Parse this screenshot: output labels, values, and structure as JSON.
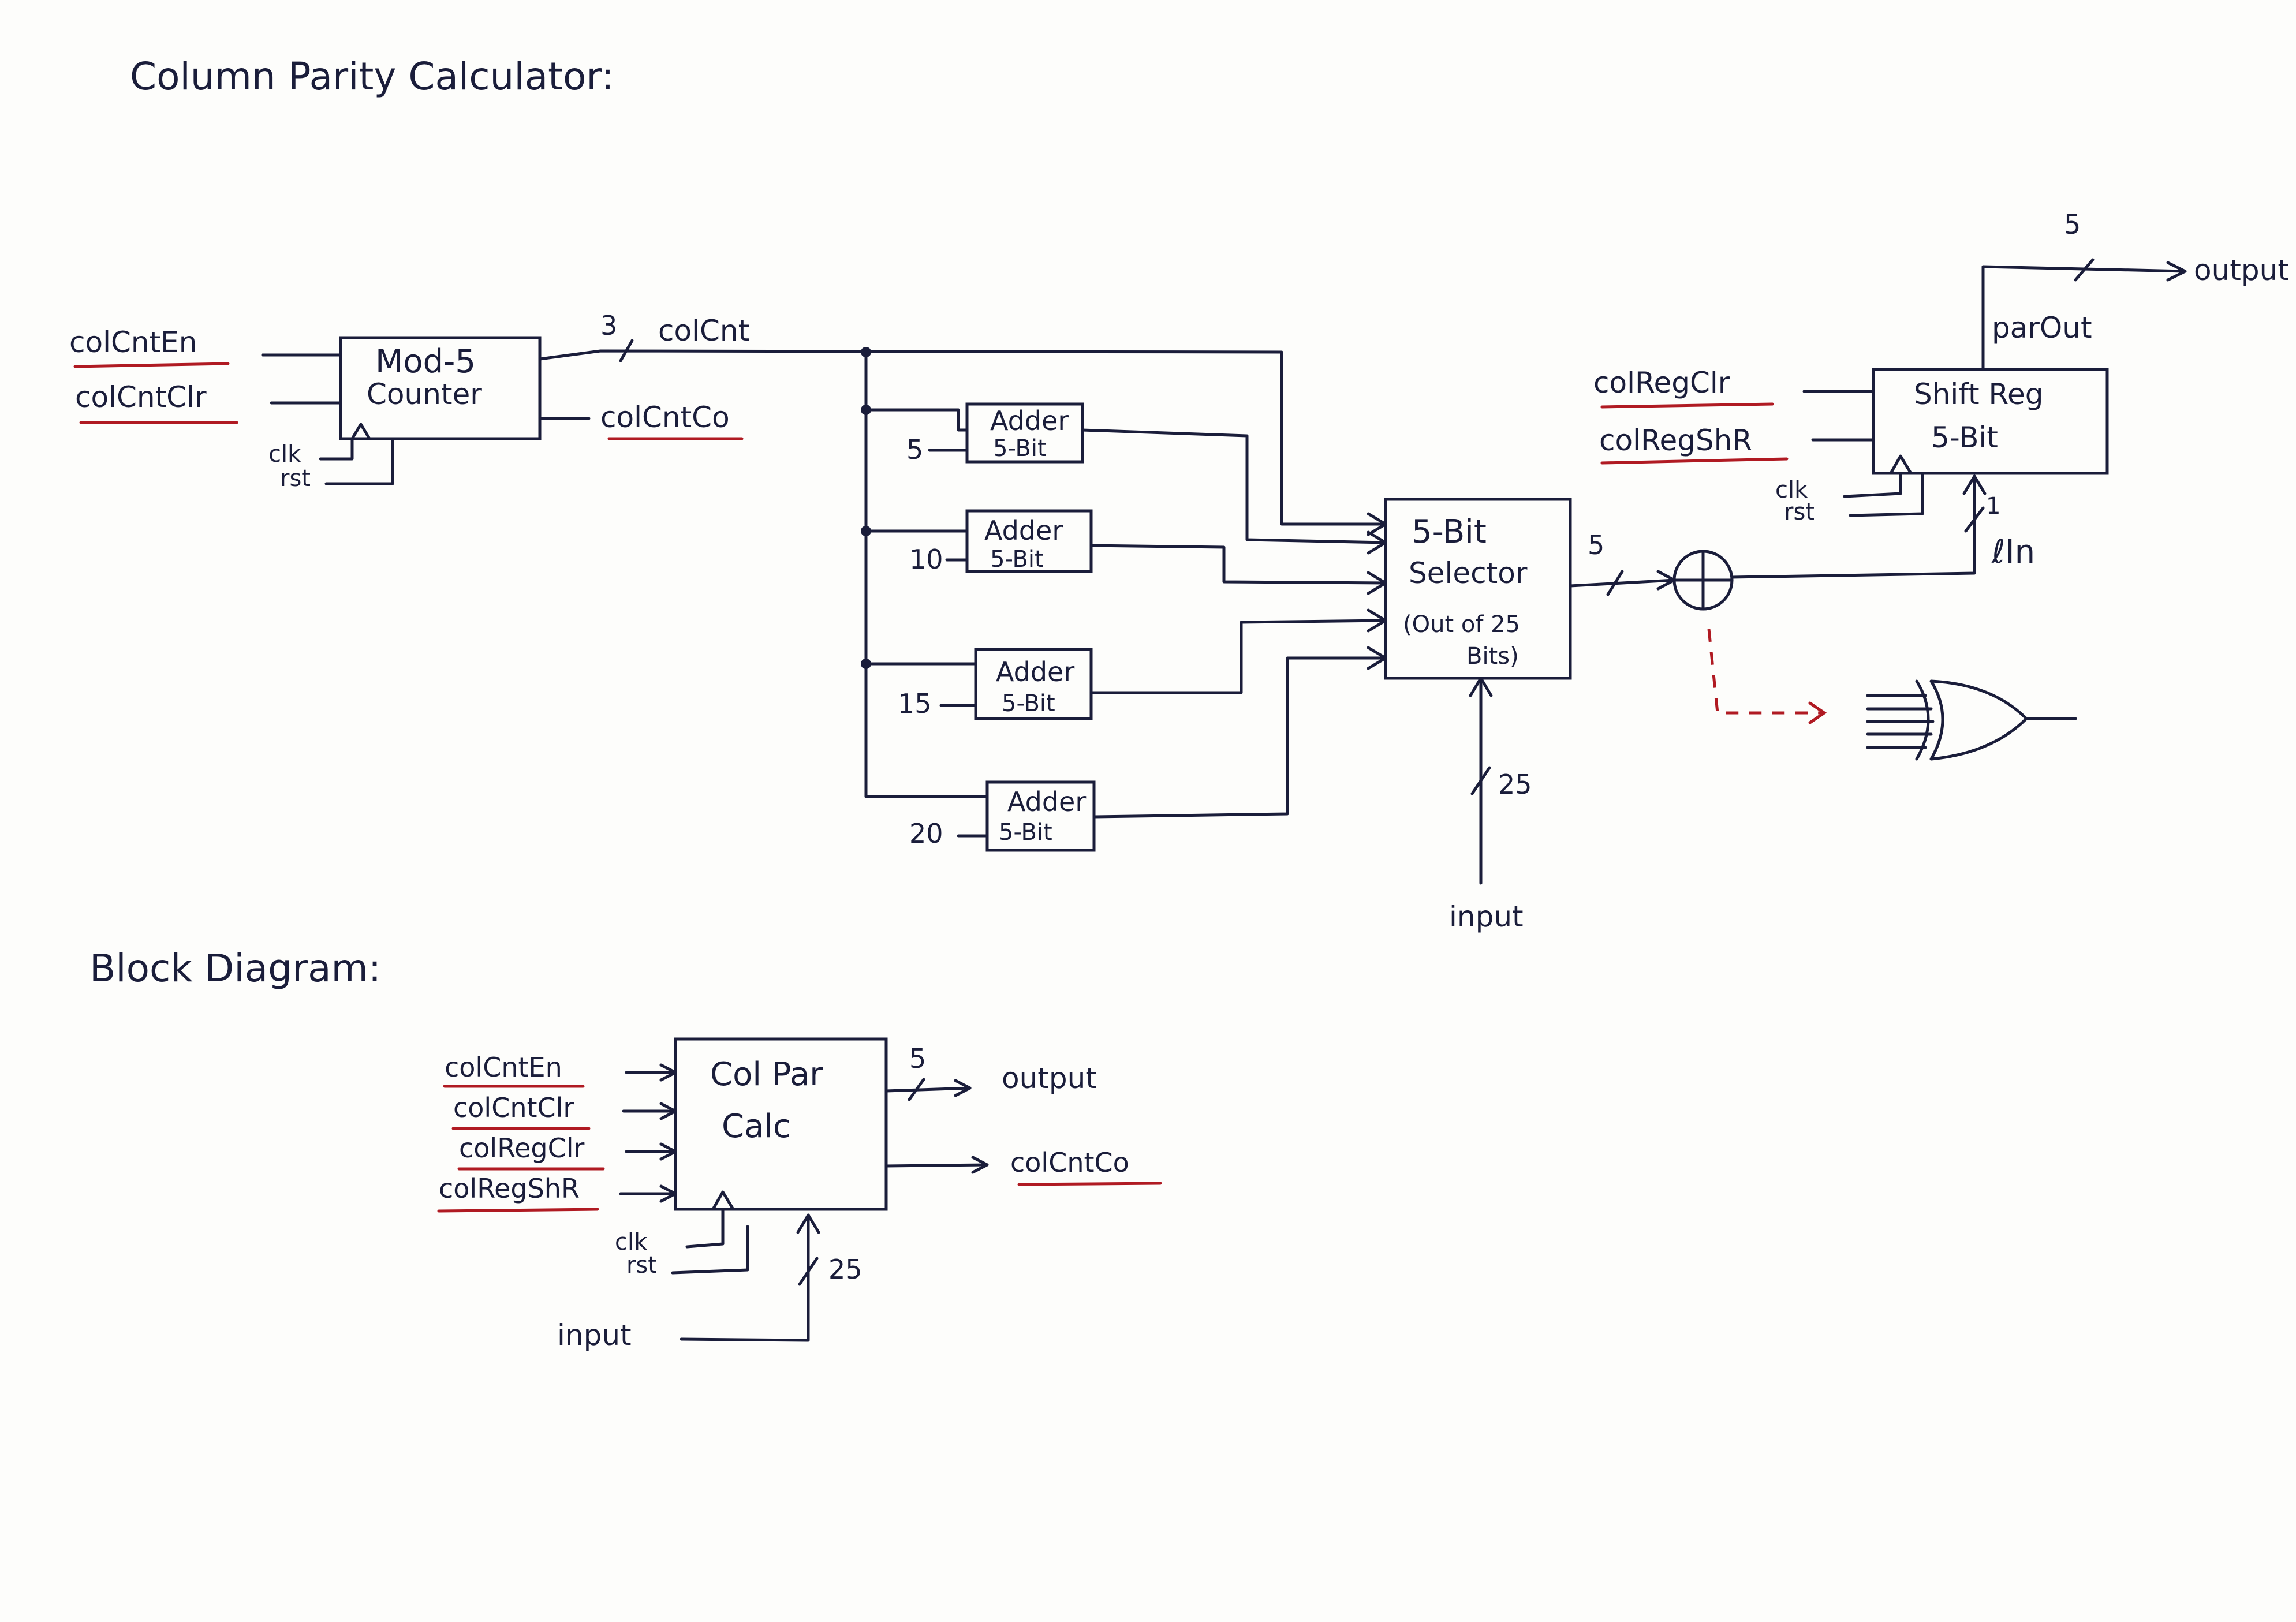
{
  "title": "Column Parity Calculator:",
  "block_title": "Block Diagram:",
  "counter": {
    "line1": "Mod-5",
    "line2": "Counter"
  },
  "inputs": {
    "en": "colCntEn",
    "clr": "colCntClr",
    "clk": "clk",
    "rst": "rst"
  },
  "counter_bus": {
    "width": "3",
    "name": "colCnt"
  },
  "counter_carry": "colCntCo",
  "adders": [
    {
      "const": "5",
      "line1": "Adder",
      "line2": "5-Bit"
    },
    {
      "const": "10",
      "line1": "Adder",
      "line2": "5-Bit"
    },
    {
      "const": "15",
      "line1": "Adder",
      "line2": "5-Bit"
    },
    {
      "const": "20",
      "line1": "Adder",
      "line2": "5-Bit"
    }
  ],
  "selector": {
    "line1": "5-Bit",
    "line2": "Selector",
    "line3": "(Out of 25",
    "line4": "Bits)"
  },
  "selector_out_width": "5",
  "input_bus": {
    "width": "25",
    "name": "input"
  },
  "shift_reg": {
    "line1": "Shift Reg",
    "line2": "5-Bit",
    "clr": "colRegClr",
    "shr": "colRegShR",
    "clk": "clk",
    "rst": "rst",
    "serial_width": "1",
    "serial_in": "ℓIn",
    "par_out": "parOut",
    "out_width": "5",
    "output": "output"
  },
  "block": {
    "line1": "Col Par",
    "line2": "Calc",
    "inputs": [
      "colCntEn",
      "colCntClr",
      "colRegClr",
      "colRegShR"
    ],
    "clk": "clk",
    "rst": "rst",
    "out_width": "5",
    "output": "output",
    "carry": "colCntCo",
    "in_width": "25",
    "input": "input"
  },
  "colors": {
    "ink": "#1a1d3a",
    "underline": "#b01a22",
    "paper": "#fdfdfb"
  }
}
